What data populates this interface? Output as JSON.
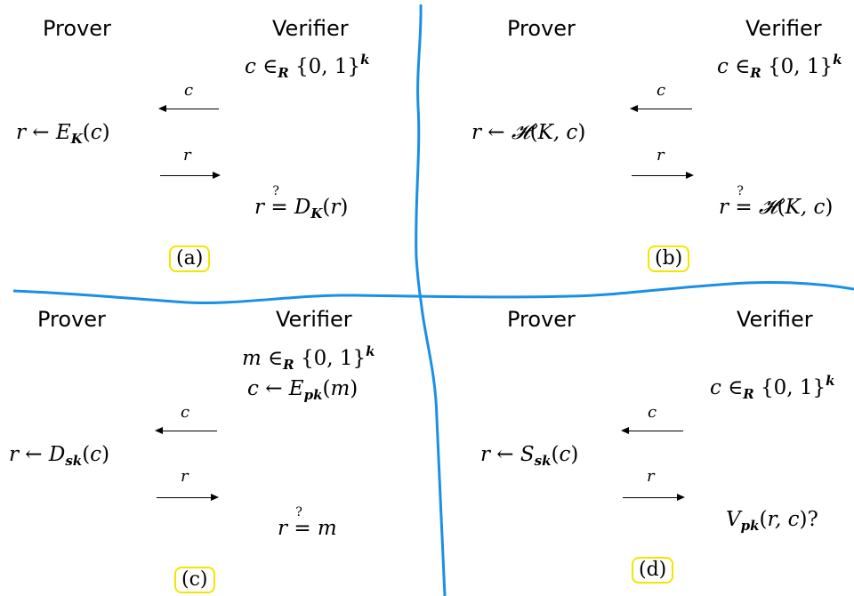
{
  "headers": {
    "prover": "Prover",
    "verifier": "Verifier"
  },
  "arrow_labels": {
    "c": "c",
    "r": "r"
  },
  "panels": {
    "a": {
      "tag": "(a)",
      "challenge": "c ∈",
      "response_sub": "K",
      "check_sub": "K"
    },
    "b": {
      "tag": "(b)"
    },
    "c": {
      "tag": "(c)"
    },
    "d": {
      "tag": "(d)"
    }
  },
  "colors": {
    "divider": "#1a8fe6",
    "tag_border": "#f2e600"
  }
}
